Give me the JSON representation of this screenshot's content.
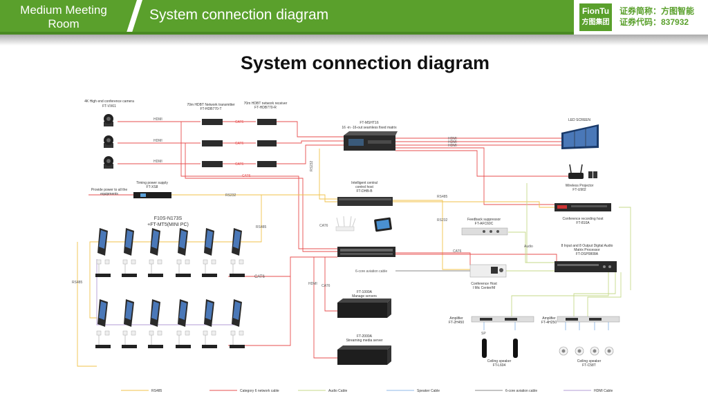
{
  "header": {
    "left_title": "Medium Meeting\nRoom",
    "title": "System connection diagram",
    "logo_line1": "FionTu",
    "logo_line2": "方图集团",
    "stock_line1": "证券简称：方图智能",
    "stock_line2": "证券代码：837932"
  },
  "main_title": "System connection diagram",
  "devices": {
    "camera": {
      "line1": "4K High end conference camera",
      "line2": "FT-VX61"
    },
    "hdbt_tx": {
      "line1": "70m HDBT Network transmitter",
      "line2": "FT-HDB770-T"
    },
    "hdbt_rx": {
      "line1": "70m HDBT network receiver",
      "line2": "FT-HDB770-R"
    },
    "matrix": {
      "line1": "FT-MSHT16",
      "line2": "16 -in -16-out seamless fixed matrix"
    },
    "led": {
      "line1": "LED SCREEN"
    },
    "timing": {
      "line1": "Timing power supply",
      "line2": "FT-XS8"
    },
    "provide": {
      "line1": "Provide power to all the",
      "line2": "equipments"
    },
    "control": {
      "line1": "Intelligent central",
      "line2": "control host",
      "line3": "FT-DHB-B"
    },
    "wireless": {
      "line1": "Wireless Projector",
      "line2": "FT-U902"
    },
    "recording": {
      "line1": "Conference recording host",
      "line2": "FT-810A"
    },
    "terminal": {
      "line1": "F10S-N173S",
      "line2": "+FT-MT5(MINI PC)"
    },
    "feedback": {
      "line1": "Feedback suppressor",
      "line2": "FT-AFC60C"
    },
    "dsp": {
      "line1": "8 Input and 8 Output Digital Audio",
      "line2": "Matrix Processor",
      "line3": "FT-DSP0808A"
    },
    "conf_host": {
      "line1": "Conference Host",
      "line2": "I Mic Center/M"
    },
    "manage": {
      "line1": "FT-1000A",
      "line2": "Manage servers"
    },
    "stream": {
      "line1": "FT-2000A",
      "line2": "Streaming media server"
    },
    "amp1": {
      "line1": "Amplifier",
      "line2": "FT-2H450"
    },
    "amp2": {
      "line1": "Amplifier",
      "line2": "FT-4H250"
    },
    "ceiling1": {
      "line1": "Ceiling speaker",
      "line2": "FT-L604"
    },
    "ceiling2": {
      "line1": "Ceiling speaker",
      "line2": "FT-C58T"
    }
  },
  "cable_labels": {
    "hdmi": "HDMI",
    "cat6": "CAT6",
    "rs232": "RS232",
    "rs485": "RS485",
    "audio": "Audio",
    "aviation": "6-core aviation cable",
    "speaker_label": "SP"
  },
  "legend": [
    {
      "label": "RS485",
      "color": "#f0c24a"
    },
    {
      "label": "Category 6 network cable",
      "color": "#e74c4c"
    },
    {
      "label": "Audio Cable",
      "color": "#c6d98a"
    },
    {
      "label": "Speaker Cable",
      "color": "#8fb8e8"
    },
    {
      "label": "6-core aviation cable",
      "color": "#8a8a8a"
    },
    {
      "label": "HDMI Cable",
      "color": "#b39bd6"
    }
  ],
  "colors": {
    "header_green": "#5aa02c",
    "hdmi": "#e74c4c",
    "cat6": "#e74c4c",
    "rs485": "#f0c24a",
    "audio": "#c6d98a",
    "speaker": "#8fb8e8",
    "aviation": "#8a8a8a",
    "purple": "#b39bd6"
  }
}
